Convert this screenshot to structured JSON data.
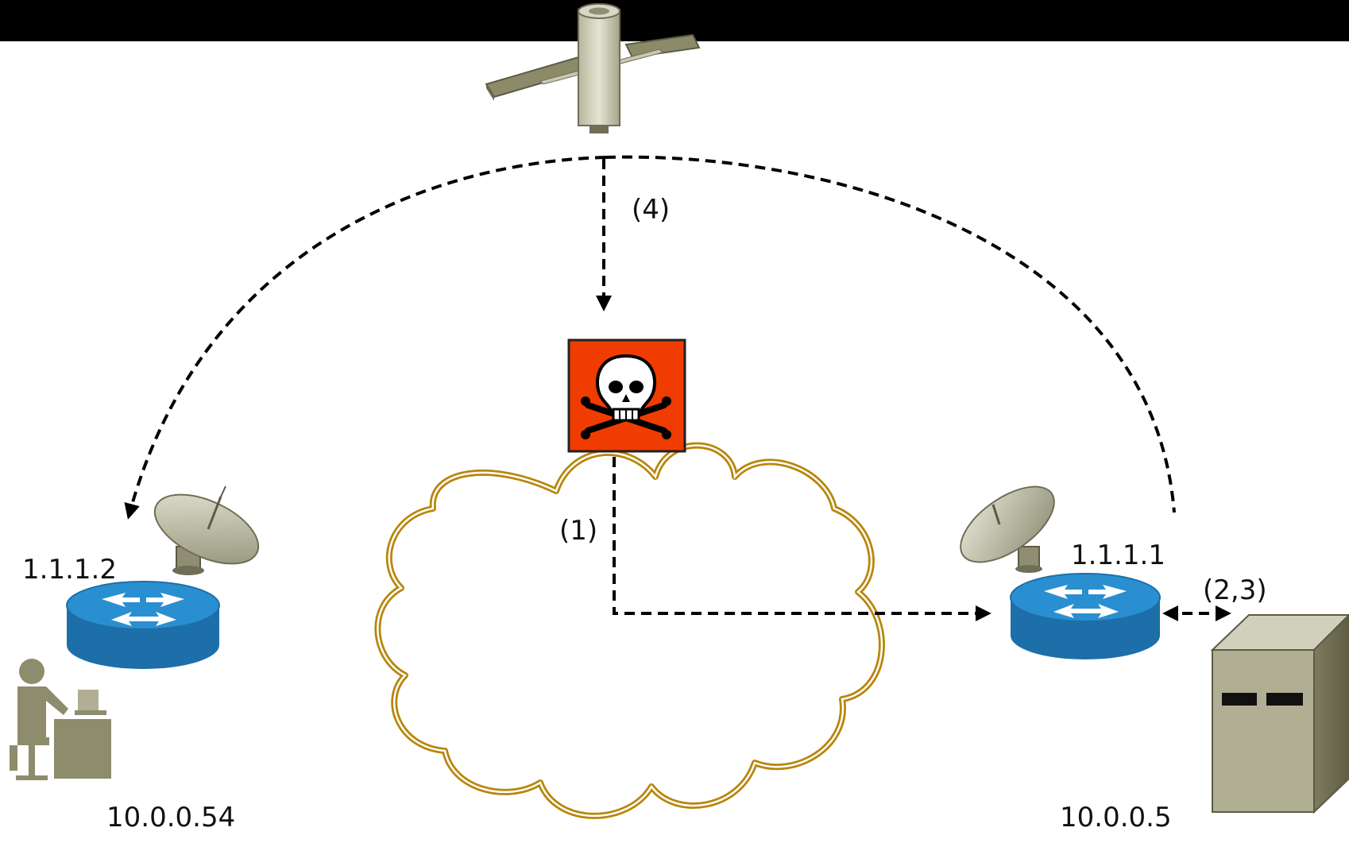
{
  "labels": {
    "step_4": "(4)",
    "step_1": "(1)",
    "step_2_3": "(2,3)",
    "left_router_ip": "1.1.1.2",
    "right_router_ip": "1.1.1.1",
    "client_ip": "10.0.0.54",
    "server_ip": "10.0.0.5"
  },
  "icons": {
    "satellite": "satellite-icon",
    "attacker": "skull-crossbones-icon",
    "internet": "cloud-icon",
    "left_dish": "satellite-dish-icon",
    "right_dish": "satellite-dish-icon",
    "left_router": "router-icon",
    "right_router": "router-icon",
    "client": "user-at-desk-icon",
    "server": "server-icon"
  },
  "colors": {
    "attacker_bg": "#f03c00",
    "cloud_stroke": "#b8860b",
    "router_fill": "#2a8fd0",
    "router_side": "#1c6fa8",
    "equipment_olive": "#9c9b7b",
    "person_olive": "#8d8c6c"
  }
}
